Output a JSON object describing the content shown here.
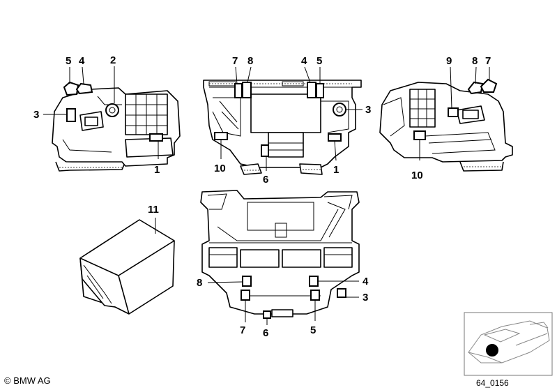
{
  "callouts": {
    "left_view": [
      "5",
      "4",
      "2",
      "3",
      "1"
    ],
    "center_view": [
      "7",
      "8",
      "4",
      "5",
      "3",
      "10",
      "6",
      "1"
    ],
    "right_view": [
      "9",
      "8",
      "7",
      "10"
    ],
    "duct_part": "11",
    "bottom_view": [
      "8",
      "4",
      "3",
      "7",
      "6",
      "5"
    ]
  },
  "footer": {
    "copyright": "© BMW AG",
    "drawing_number": "64_0156"
  },
  "inset": {
    "icon": "car-location-icon"
  }
}
